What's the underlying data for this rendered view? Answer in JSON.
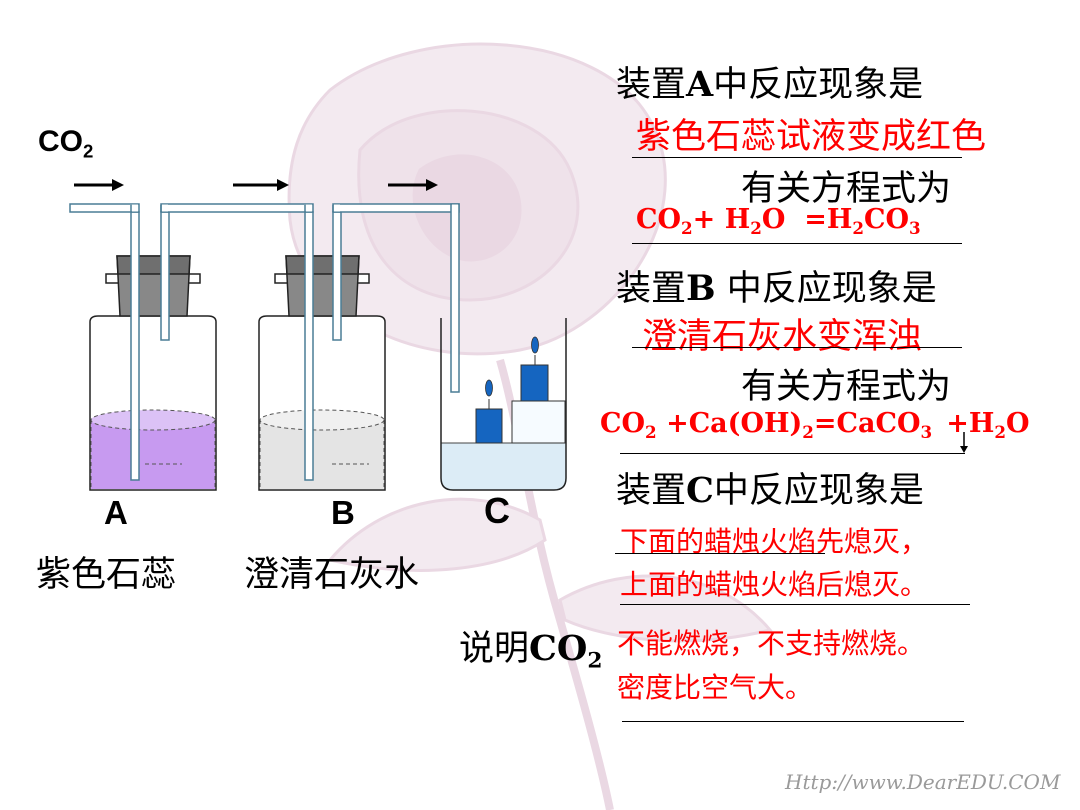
{
  "gas_label": {
    "main": "CO",
    "sub": "2"
  },
  "apparatus": {
    "a_letter": "A",
    "b_letter": "B",
    "c_letter": "C",
    "a_name": "紫色石蕊",
    "b_name": "澄清石灰水"
  },
  "device_a": {
    "question_pre": "装置",
    "question_letter": "A",
    "question_post": "中反应现象是",
    "answer": "紫色石蕊试液变成红色",
    "equation_prompt": "有关方程式为",
    "eq": {
      "p1": "CO",
      "s1": "2",
      "p2": "+ H",
      "s2": "2",
      "p3": "O  =H",
      "s3": "2",
      "p4": "CO",
      "s4": "3"
    }
  },
  "device_b": {
    "question_pre": "装置",
    "question_letter": "B",
    "question_post": " 中反应现象是",
    "answer": "澄清石灰水变浑浊",
    "equation_prompt": "有关方程式为",
    "eq": {
      "p1": "CO",
      "s1": "2",
      "p2": " +Ca(OH)",
      "s2": "2",
      "p3": "=CaCO",
      "s3": "3",
      "p4": "+H",
      "s4": "2",
      "p5": "O"
    }
  },
  "device_c": {
    "question_pre": "装置",
    "question_letter": "C",
    "question_post": "中反应现象是",
    "answer_line1": "下面的蜡烛火焰先熄灭，",
    "answer_line2": "上面的蜡烛火焰后熄灭。"
  },
  "conclusion": {
    "lead_text": "说明",
    "lead_formula": "CO",
    "lead_sub": "2",
    "line1": "不能燃烧，不支持燃烧。",
    "line2": "密度比空气大。"
  },
  "watermark": "Http://www.DearEDU.COM",
  "colors": {
    "answer": "#ff0000",
    "litmus": "#c79af0",
    "limewater": "#e4e4e4",
    "candle": "#1565c0",
    "beaker_water": "#dcecf6"
  }
}
